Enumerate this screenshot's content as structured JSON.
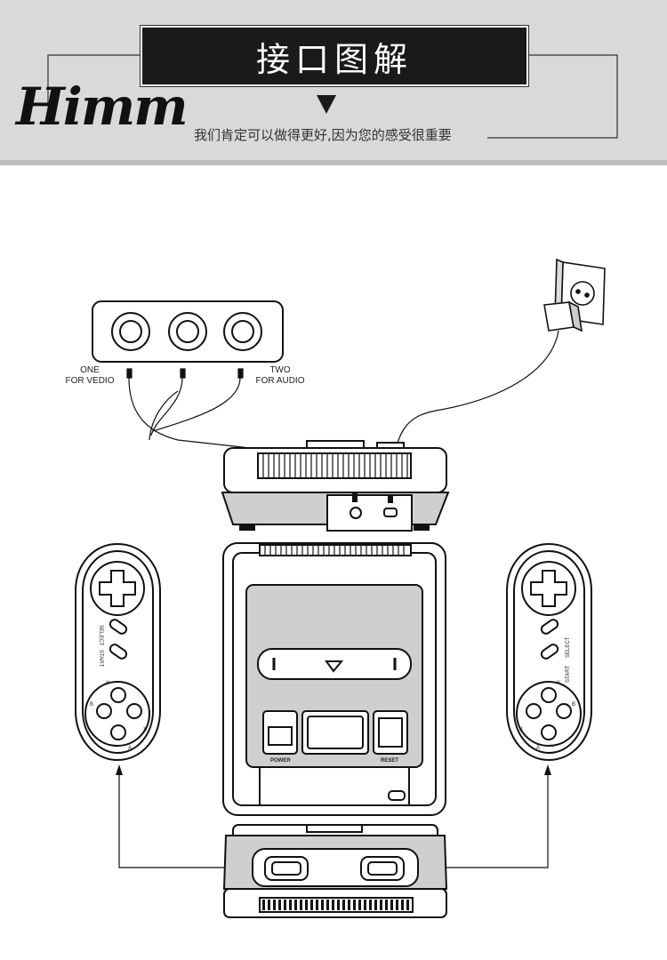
{
  "header": {
    "title": "接口图解",
    "logo": "Himm",
    "slogan": "我们肯定可以做得更好,因为您的感受很重要"
  },
  "av_box": {
    "label_left_1": "ONE",
    "label_left_2": "FOR VEDIO",
    "label_right_1": "TWO",
    "label_right_2": "FOR AUDIO"
  },
  "controller_left": {
    "select": "SELECT",
    "start": "START",
    "y": "Y",
    "x": "X",
    "b": "B",
    "a": "A"
  },
  "controller_right": {
    "select": "SELECT",
    "start": "START",
    "y": "Y",
    "x": "X",
    "b": "B",
    "a": "A"
  },
  "console": {
    "power": "POWER",
    "reset": "RESET"
  },
  "colors": {
    "header_bg": "#d9d9d9",
    "title_bg": "#1a1a1a",
    "console_fill": "#cfcfcf",
    "line": "#111111"
  }
}
